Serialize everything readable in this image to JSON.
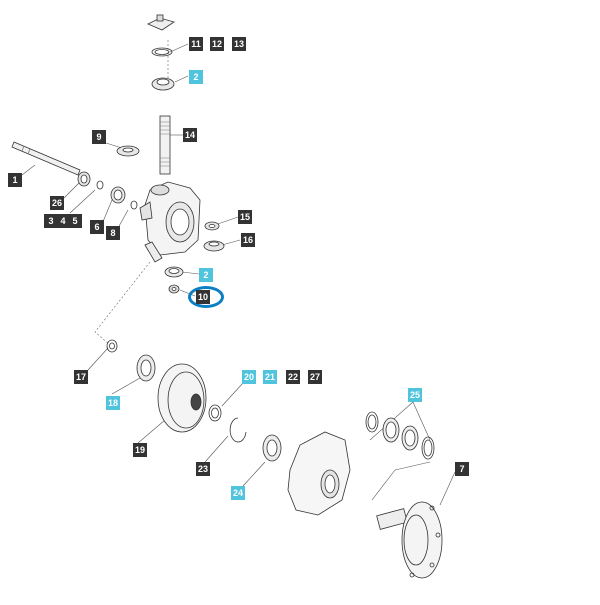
{
  "colors": {
    "dark_label": "#333333",
    "highlight_label": "#4fc4dc",
    "selection_ring": "#0b7fc4",
    "line": "#333333"
  },
  "selected_callout": "10",
  "callouts": [
    {
      "id": "c11",
      "label": "11",
      "style": "dark"
    },
    {
      "id": "c12",
      "label": "12",
      "style": "dark"
    },
    {
      "id": "c13",
      "label": "13",
      "style": "dark"
    },
    {
      "id": "c2a",
      "label": "2",
      "style": "cyan"
    },
    {
      "id": "c9",
      "label": "9",
      "style": "dark"
    },
    {
      "id": "c14",
      "label": "14",
      "style": "dark"
    },
    {
      "id": "c1",
      "label": "1",
      "style": "dark"
    },
    {
      "id": "c26",
      "label": "26",
      "style": "dark"
    },
    {
      "id": "c3",
      "label": "3",
      "style": "dark"
    },
    {
      "id": "c4",
      "label": "4",
      "style": "dark"
    },
    {
      "id": "c5",
      "label": "5",
      "style": "dark"
    },
    {
      "id": "c6",
      "label": "6",
      "style": "dark"
    },
    {
      "id": "c8",
      "label": "8",
      "style": "dark"
    },
    {
      "id": "c15",
      "label": "15",
      "style": "dark"
    },
    {
      "id": "c16",
      "label": "16",
      "style": "dark"
    },
    {
      "id": "c2b",
      "label": "2",
      "style": "cyan"
    },
    {
      "id": "c10",
      "label": "10",
      "style": "dark"
    },
    {
      "id": "c17",
      "label": "17",
      "style": "dark"
    },
    {
      "id": "c18",
      "label": "18",
      "style": "cyan"
    },
    {
      "id": "c20",
      "label": "20",
      "style": "cyan"
    },
    {
      "id": "c21",
      "label": "21",
      "style": "cyan"
    },
    {
      "id": "c22",
      "label": "22",
      "style": "dark"
    },
    {
      "id": "c27",
      "label": "27",
      "style": "dark"
    },
    {
      "id": "c25",
      "label": "25",
      "style": "cyan"
    },
    {
      "id": "c19",
      "label": "19",
      "style": "dark"
    },
    {
      "id": "c23",
      "label": "23",
      "style": "dark"
    },
    {
      "id": "c24",
      "label": "24",
      "style": "cyan"
    },
    {
      "id": "c7",
      "label": "7",
      "style": "dark"
    }
  ]
}
